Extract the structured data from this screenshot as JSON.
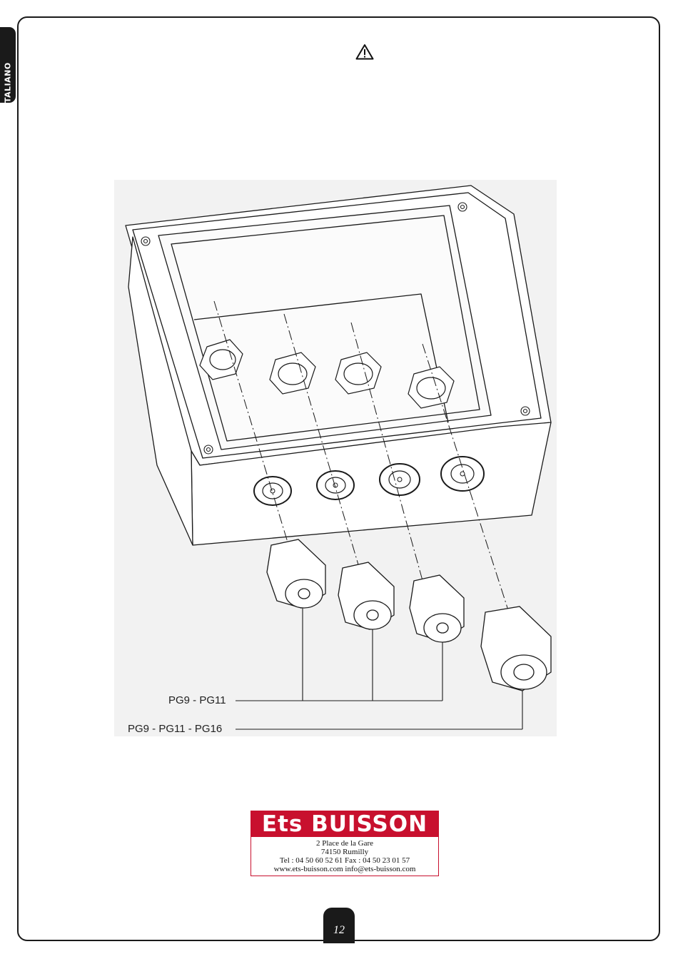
{
  "side_tab": {
    "language": "ITALIANO"
  },
  "header": {
    "icon": "warning-icon"
  },
  "drawing": {
    "description_icon": "junction-box-exploded-icon",
    "callouts": [
      {
        "label": "PG9 - PG11"
      },
      {
        "label": "PG9 - PG11 - PG16"
      }
    ]
  },
  "logo": {
    "brand": "Ets BUISSON",
    "address_line1": "2 Place de la Gare",
    "address_line2": "74150 Rumilly",
    "phone_fax": "Tel : 04 50 60 52 61   Fax : 04 50 23 01 57",
    "web_email": "www.ets-buisson.com   info@ets-buisson.com",
    "brand_color": "#c8102e"
  },
  "footer": {
    "page_number": "12"
  }
}
